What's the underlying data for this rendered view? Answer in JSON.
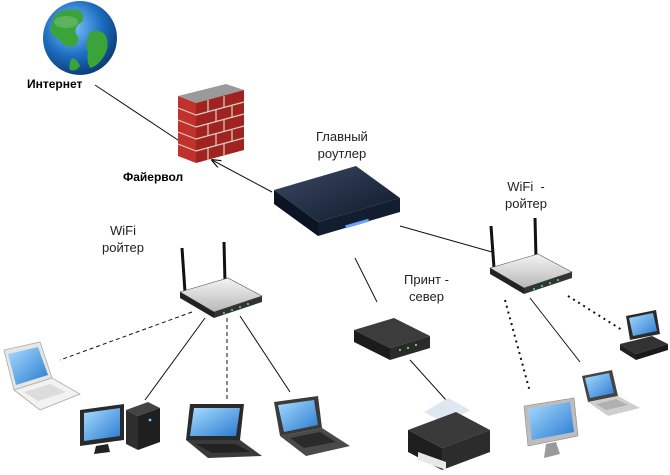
{
  "labels": {
    "internet": "Интернет",
    "firewall": "Файервол",
    "main_router": "Главный\nроутлер",
    "wifi_router_left": "WiFi\nройтер",
    "wifi_router_right": "WiFi  -\nройтер",
    "print_server": "Принт -\nсевер"
  },
  "nodes": [
    {
      "id": "internet",
      "icon": "globe-icon"
    },
    {
      "id": "firewall",
      "icon": "brick-wall-icon"
    },
    {
      "id": "main_router",
      "icon": "router-icon"
    },
    {
      "id": "wifi_router_left",
      "icon": "wifi-router-icon"
    },
    {
      "id": "wifi_router_right",
      "icon": "wifi-router-icon"
    },
    {
      "id": "print_server",
      "icon": "print-server-icon"
    },
    {
      "id": "printer",
      "icon": "printer-icon"
    },
    {
      "id": "laptop_left",
      "icon": "laptop-icon"
    },
    {
      "id": "desktop_pc",
      "icon": "desktop-pc-icon"
    },
    {
      "id": "tablet_pc",
      "icon": "tablet-pc-icon"
    },
    {
      "id": "laptop_center",
      "icon": "laptop-icon"
    },
    {
      "id": "monitor_right",
      "icon": "monitor-icon"
    },
    {
      "id": "laptop_right",
      "icon": "laptop-icon"
    },
    {
      "id": "workstation_right",
      "icon": "workstation-icon"
    }
  ],
  "edges": [
    {
      "from": "internet",
      "to": "firewall",
      "style": "solid"
    },
    {
      "from": "main_router",
      "to": "firewall",
      "style": "solid",
      "arrow": true
    },
    {
      "from": "main_router",
      "to": "wifi_router_right",
      "style": "solid"
    },
    {
      "from": "main_router",
      "to": "print_server",
      "style": "solid"
    },
    {
      "from": "print_server",
      "to": "printer",
      "style": "solid"
    },
    {
      "from": "wifi_router_left",
      "to": "laptop_left",
      "style": "dashed"
    },
    {
      "from": "wifi_router_left",
      "to": "desktop_pc",
      "style": "solid"
    },
    {
      "from": "wifi_router_left",
      "to": "tablet_pc",
      "style": "dashed"
    },
    {
      "from": "wifi_router_left",
      "to": "laptop_center",
      "style": "solid"
    },
    {
      "from": "wifi_router_right",
      "to": "monitor_right",
      "style": "dotted"
    },
    {
      "from": "wifi_router_right",
      "to": "laptop_right",
      "style": "solid"
    },
    {
      "from": "wifi_router_right",
      "to": "workstation_right",
      "style": "dotted"
    }
  ],
  "colors": {
    "globe_ocean": "#1e6fc2",
    "globe_land": "#3aa33a",
    "brick": "#c0312c",
    "router_body": "#1c2638",
    "wifi_router_body": "#d8d8d8",
    "line": "#111111"
  }
}
